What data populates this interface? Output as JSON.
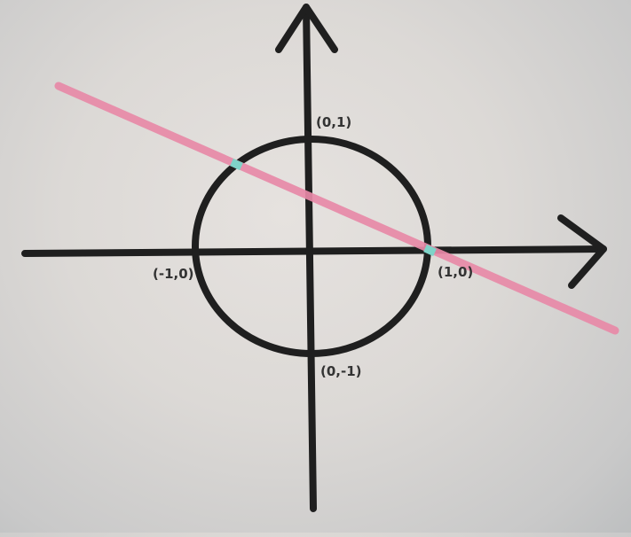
{
  "diagram": {
    "labels": {
      "top": "(0,1)",
      "right": "(1,0)",
      "left": "(-1,0)",
      "bottom": "(0,-1)"
    },
    "colors": {
      "axes": "#1f1f1f",
      "circle": "#1f1f1f",
      "line": "#e88aa8",
      "intersection": "#7fd3c8",
      "text": "#333333"
    }
  }
}
